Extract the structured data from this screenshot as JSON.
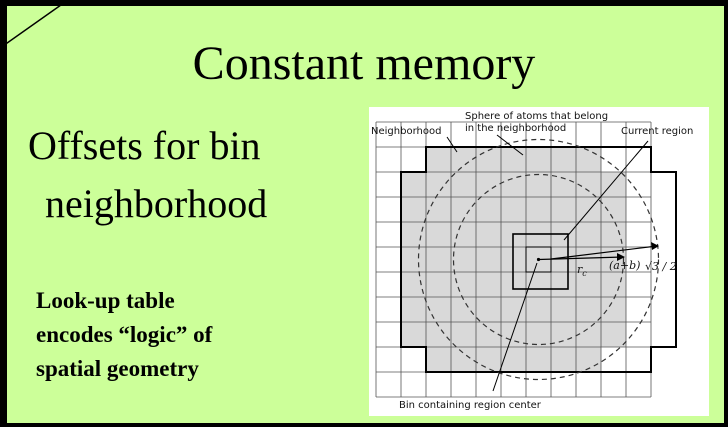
{
  "slide": {
    "title": "Constant memory",
    "subtitle_line1": "Offsets for bin",
    "subtitle_line2": "neighborhood",
    "note_line1": "Look-up table",
    "note_line2": "encodes “logic” of",
    "note_line3": "spatial geometry",
    "background_color": "#ccff99"
  },
  "figure": {
    "label_neighborhood": "Neighborhood",
    "label_sphere_line1": "Sphere of atoms that belong",
    "label_sphere_line2": "in the neighborhood",
    "label_current_region": "Current region",
    "label_rc": "r",
    "label_rc_sub": "c",
    "label_radius": "(a+b)",
    "label_radius_factor": "√3 / 2",
    "label_bin_center": "Bin containing region center",
    "grid_size": 11,
    "cell_fill": "#d9d9d9"
  }
}
